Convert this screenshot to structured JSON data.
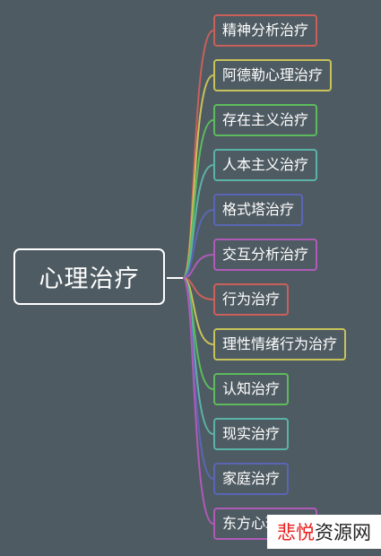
{
  "root": {
    "label": "心理治疗"
  },
  "branches": [
    {
      "label": "精神分析治疗",
      "color": "#c9605a"
    },
    {
      "label": "阿德勒心理治疗",
      "color": "#c8c25a"
    },
    {
      "label": "存在主义治疗",
      "color": "#5dbb5d"
    },
    {
      "label": "人本主义治疗",
      "color": "#5ab3a8"
    },
    {
      "label": "格式塔治疗",
      "color": "#5a66b4"
    },
    {
      "label": "交互分析治疗",
      "color": "#b05ab8"
    },
    {
      "label": "行为治疗",
      "color": "#c9605a"
    },
    {
      "label": "理性情绪行为治疗",
      "color": "#c8c25a"
    },
    {
      "label": "认知治疗",
      "color": "#5dbb5d"
    },
    {
      "label": "现实治疗",
      "color": "#5ab3a8"
    },
    {
      "label": "家庭治疗",
      "color": "#5a66b4"
    },
    {
      "label": "东方心理治疗",
      "color": "#b05ab8"
    }
  ],
  "watermark": {
    "part1": "悲悦",
    "part2": "资源网"
  }
}
